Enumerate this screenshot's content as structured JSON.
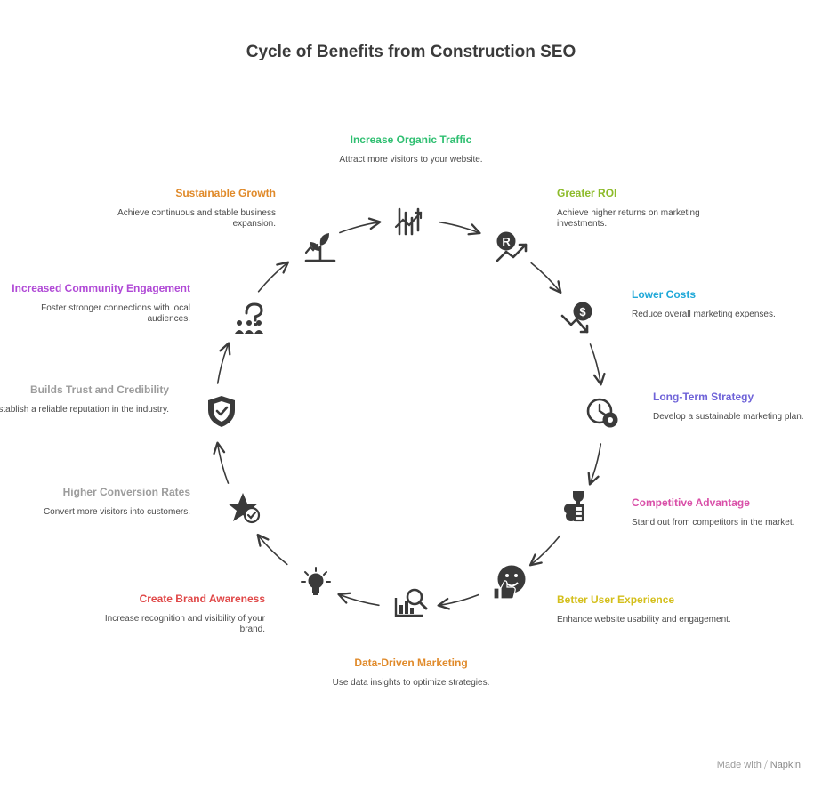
{
  "title": "Cycle of Benefits from Construction SEO",
  "nodes": [
    {
      "title": "Increase Organic Traffic",
      "desc": "Attract more visitors to your website.",
      "color": "#2fbf71",
      "icon": "rising-bars-icon"
    },
    {
      "title": "Greater ROI",
      "desc": "Achieve higher returns on marketing investments.",
      "color": "#8dbb2a",
      "icon": "roi-growth-icon"
    },
    {
      "title": "Lower Costs",
      "desc": "Reduce overall marketing expenses.",
      "color": "#1fa8d8",
      "icon": "cost-down-icon"
    },
    {
      "title": "Long-Term Strategy",
      "desc": "Develop a sustainable marketing plan.",
      "color": "#6f63d8",
      "icon": "clock-gear-icon"
    },
    {
      "title": "Competitive Advantage",
      "desc": "Stand out from competitors in the market.",
      "color": "#d94fa8",
      "icon": "trophy-ladder-icon"
    },
    {
      "title": "Better User Experience",
      "desc": "Enhance website usability and engagement.",
      "color": "#d4bf1c",
      "icon": "thumbs-up-smile-icon"
    },
    {
      "title": "Data-Driven Marketing",
      "desc": "Use data insights to optimize strategies.",
      "color": "#e08a2a",
      "icon": "chart-magnifier-icon"
    },
    {
      "title": "Create Brand Awareness",
      "desc": "Increase recognition and visibility of your brand.",
      "color": "#e04848",
      "icon": "lightbulb-icon"
    },
    {
      "title": "Higher Conversion Rates",
      "desc": "Convert more visitors into customers.",
      "color": "#9c9c9c",
      "icon": "star-check-icon"
    },
    {
      "title": "Builds Trust and Credibility",
      "desc": "Establish a reliable reputation in the industry.",
      "color": "#9c9c9c",
      "icon": "shield-check-icon"
    },
    {
      "title": "Increased Community Engagement",
      "desc": "Foster stronger connections with local audiences.",
      "color": "#b049d6",
      "icon": "community-question-icon"
    },
    {
      "title": "Sustainable Growth",
      "desc": "Achieve continuous and stable business expansion.",
      "color": "#e08a2a",
      "icon": "sprout-growth-icon"
    }
  ],
  "watermark": {
    "prefix": "Made with",
    "brand": "Napkin"
  }
}
